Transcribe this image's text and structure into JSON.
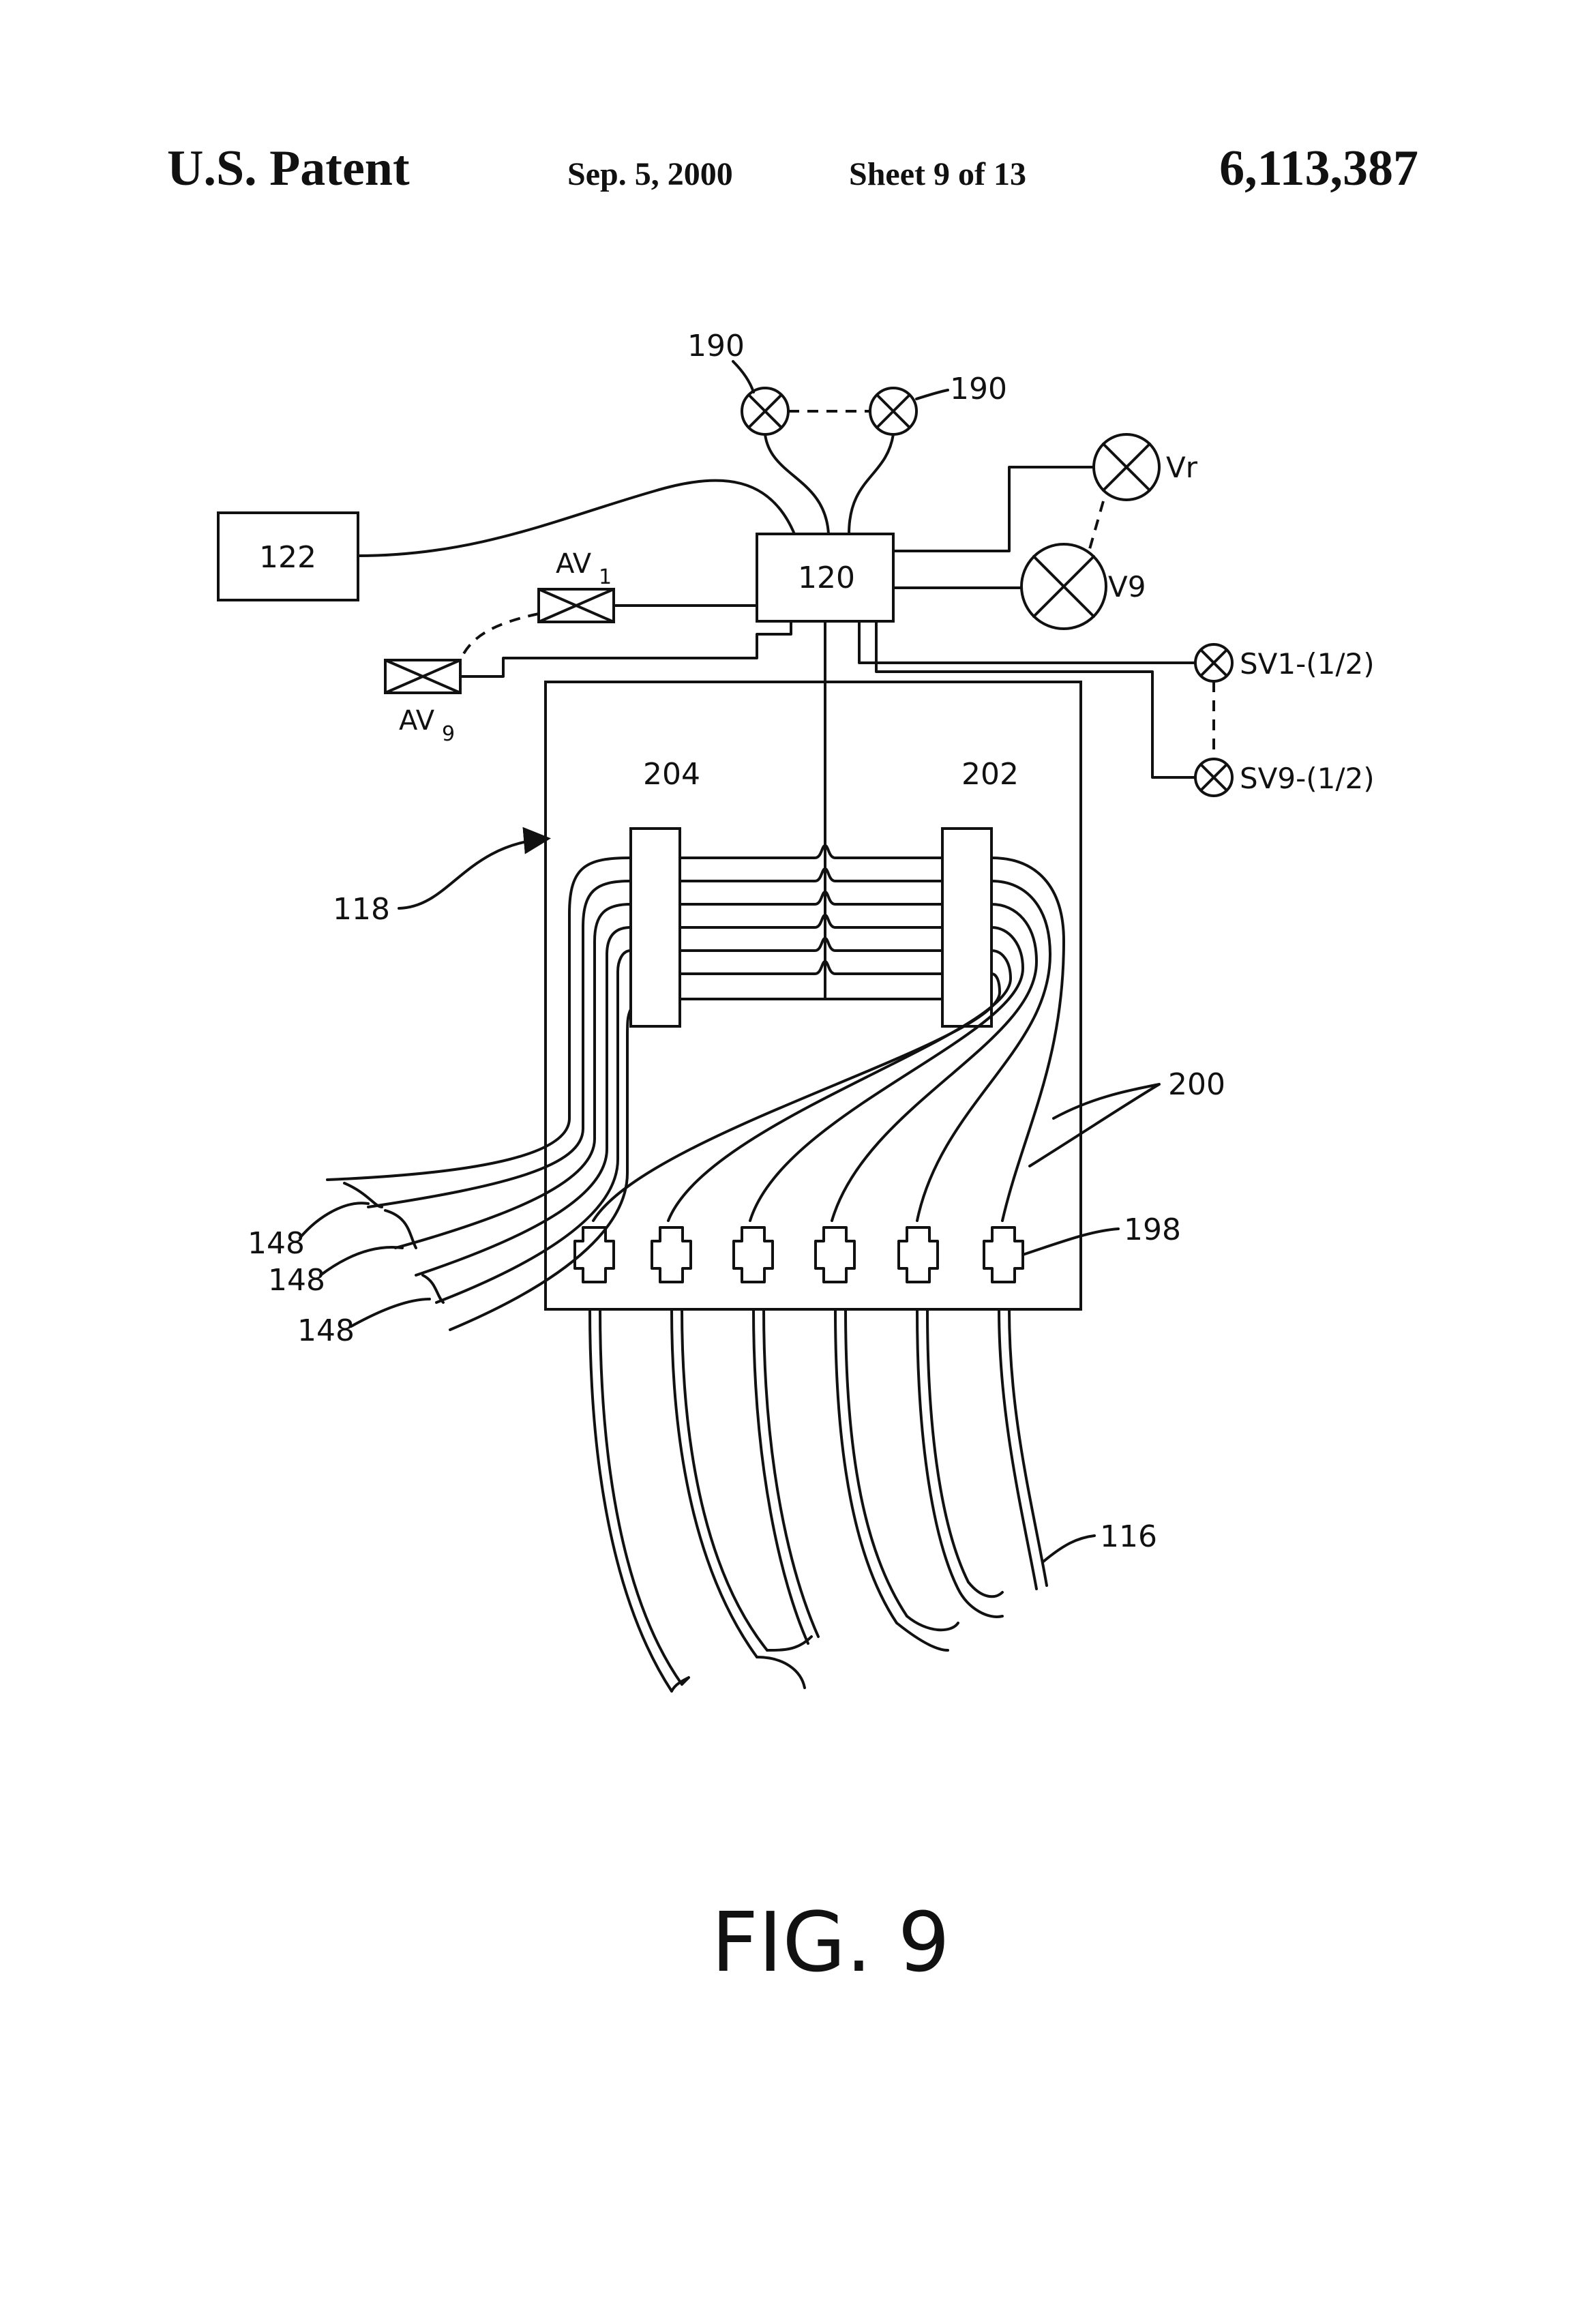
{
  "header": {
    "left": "U.S. Patent",
    "date": "Sep. 5, 2000",
    "sheet": "Sheet 9 of 13",
    "patent_number": "6,113,387"
  },
  "labels": {
    "ref_190_a": "190",
    "ref_190_b": "190",
    "ref_122": "122",
    "ref_120": "120",
    "av1_main": "AV",
    "av1_sub": "1",
    "av9_main": "AV",
    "av9_sub": "9",
    "vr": "Vr",
    "v9": "V9",
    "sv1": "SV1-(1/2)",
    "sv9": "SV9-(1/2)",
    "ref_204": "204",
    "ref_202": "202",
    "ref_118": "118",
    "ref_200": "200",
    "ref_198": "198",
    "ref_148_a": "148",
    "ref_148_b": "148",
    "ref_148_c": "148",
    "ref_116": "116"
  },
  "figure_caption": "FIG. 9",
  "icons": {
    "valve": "circle-x-valve-icon",
    "actuator_valve": "box-x-valve-icon",
    "arrow": "arrowhead-icon"
  }
}
